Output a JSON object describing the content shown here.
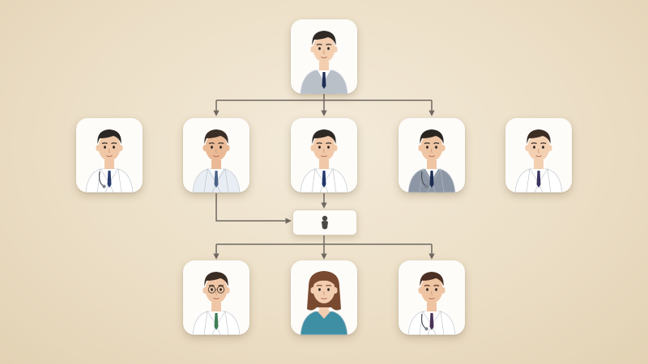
{
  "diagram": {
    "nodes": [
      {
        "id": "lead",
        "name": "node-lead-physician",
        "attire": "suit",
        "skin": "#f3cfb0",
        "hair": "#2f2a26",
        "coat": "#b9c0c8",
        "tie": "#1f2f55",
        "stethoscope": false
      },
      {
        "id": "doc1",
        "name": "node-physician-1",
        "attire": "white-coat",
        "skin": "#f0c8a7",
        "hair": "#2b2724",
        "coat": "#ffffff",
        "tie": "#2a3e6e",
        "stethoscope": true
      },
      {
        "id": "doc2",
        "name": "node-physician-2",
        "attire": "white-coat",
        "skin": "#eab996",
        "hair": "#3a2e26",
        "coat": "#e8eef3",
        "tie": "#4c6387",
        "stethoscope": false
      },
      {
        "id": "doc3",
        "name": "node-physician-3",
        "attire": "white-coat",
        "skin": "#f2c9a8",
        "hair": "#2d2824",
        "coat": "#ffffff",
        "tie": "#23386b",
        "stethoscope": false
      },
      {
        "id": "doc4",
        "name": "node-physician-4",
        "attire": "suit",
        "skin": "#efc5a3",
        "hair": "#2a2521",
        "coat": "#8d96a5",
        "tie": "#1e2c52",
        "stethoscope": true
      },
      {
        "id": "doc5",
        "name": "node-physician-5",
        "attire": "white-coat",
        "skin": "#f4d0b3",
        "hair": "#3b2c24",
        "coat": "#ffffff",
        "tie": "#3b3560",
        "stethoscope": false
      },
      {
        "id": "doc6",
        "name": "node-physician-glasses",
        "attire": "white-coat",
        "skin": "#f0c7a6",
        "hair": "#3a2d24",
        "coat": "#ffffff",
        "tie": "#3f7f55",
        "stethoscope": false,
        "glasses": true
      },
      {
        "id": "nurse",
        "name": "node-nurse",
        "attire": "scrubs",
        "skin": "#f3cdb0",
        "hair": "#7a4a30",
        "coat": "#3f8fa4",
        "tie": null,
        "stethoscope": false,
        "long_hair": true
      },
      {
        "id": "doc7",
        "name": "node-physician-7",
        "attire": "white-coat",
        "skin": "#efc4a2",
        "hair": "#4a2f22",
        "coat": "#ffffff",
        "tie": "#4a3256",
        "stethoscope": true
      }
    ],
    "hub": {
      "icon": "person-silhouette-icon"
    },
    "connector_color": "#6f6860"
  }
}
